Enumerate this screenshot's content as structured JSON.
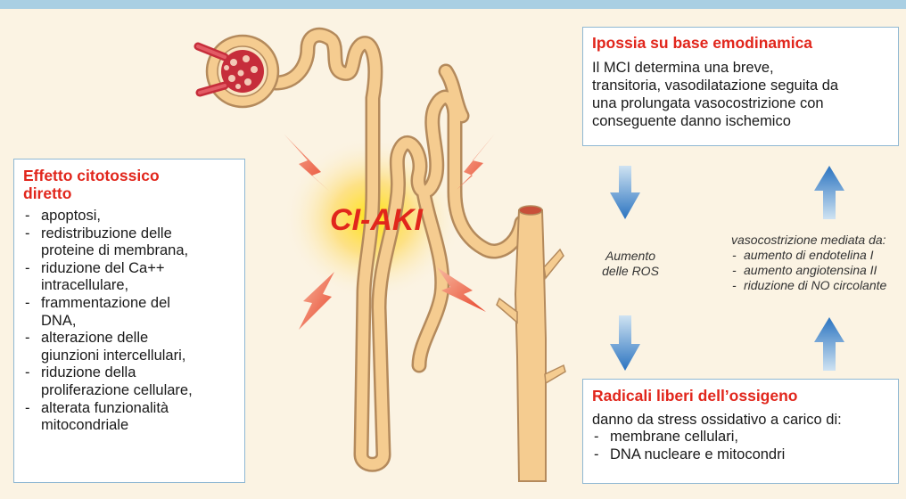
{
  "center_label": "CI-AKI",
  "colors": {
    "title_red": "#e1261c",
    "background": "#fbf3e3",
    "box_border": "#8fb8d3",
    "arrow_blue": "#2a73c0",
    "tubule_fill": "#f5cc90",
    "glow": "#ffe600"
  },
  "hypoxia": {
    "title": "Ipossia su base emodinamica",
    "lines": [
      "Il MCI determina una breve,",
      "transitoria, vasodilatazione seguita da",
      "una prolungata vasocostrizione con",
      "conseguente danno ischemico"
    ]
  },
  "cytotoxic": {
    "title_lines": [
      "Effetto citotossico",
      "diretto"
    ],
    "items": [
      [
        "apoptosi,"
      ],
      [
        "redistribuzione delle",
        "proteine di membrana,"
      ],
      [
        "riduzione del Ca++",
        "intracellulare,"
      ],
      [
        "frammentazione del",
        "DNA,"
      ],
      [
        "alterazione delle",
        "giunzioni intercellulari,"
      ],
      [
        "riduzione della",
        "proliferazione cellulare,"
      ],
      [
        "alterata funzionalità",
        "mitocondriale"
      ]
    ]
  },
  "ros_increase": {
    "lines": [
      "Aumento",
      "delle ROS"
    ]
  },
  "vasoconstriction": {
    "heading": "vasocostrizione mediata da:",
    "items": [
      "aumento di endotelina I",
      "aumento angiotensina II",
      "riduzione di NO circolante"
    ]
  },
  "free_radicals": {
    "title": "Radicali liberi dell’ossigeno",
    "intro": "danno da stress ossidativo a carico di:",
    "items": [
      "membrane cellulari,",
      "DNA nucleare e mitocondri"
    ]
  }
}
